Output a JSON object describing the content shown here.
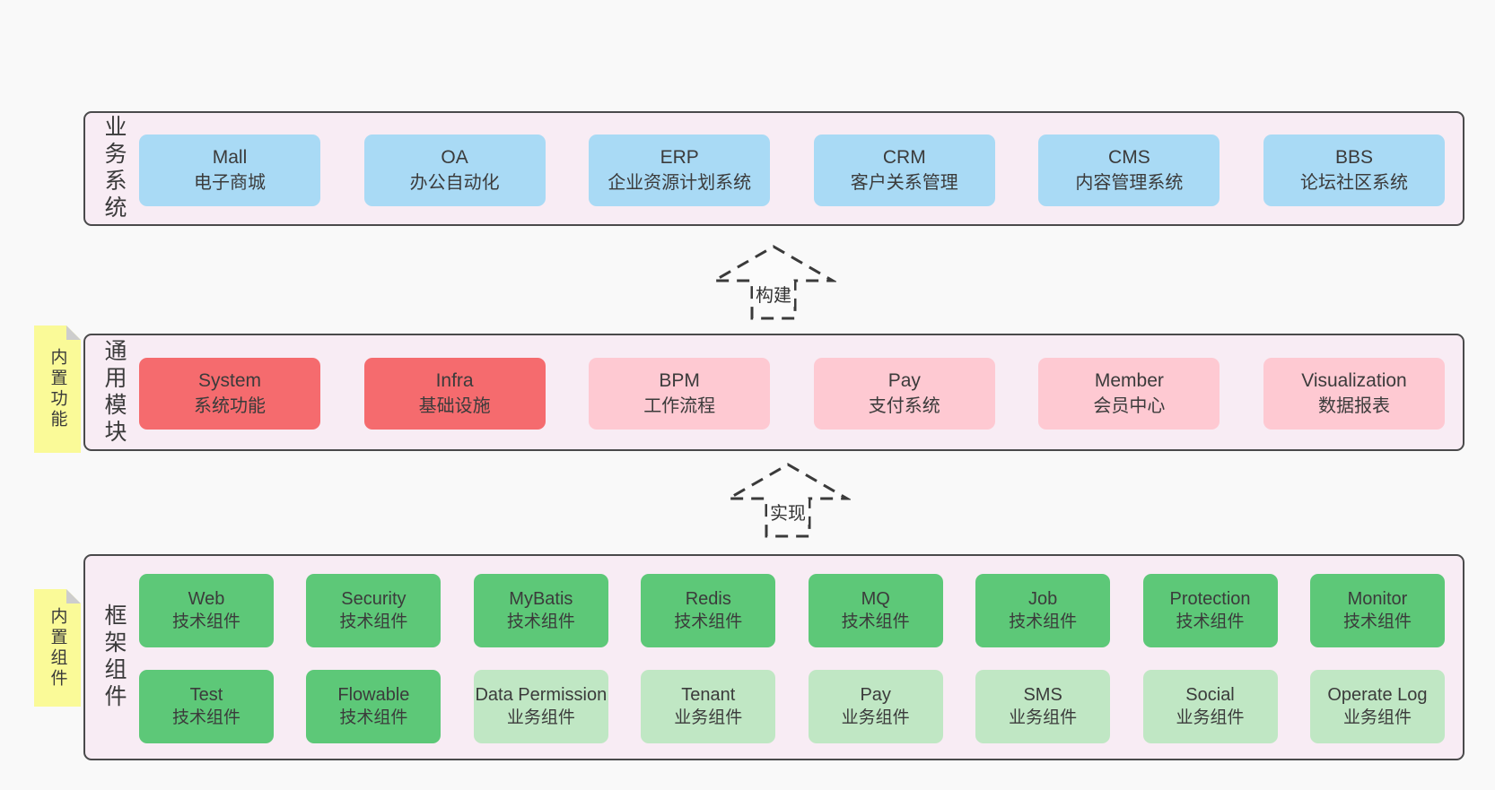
{
  "colors": {
    "page_bg": "#f9f9f9",
    "band_bg": "#f8ecf4",
    "band_border": "#4a4a4b",
    "blue": "#a9daf5",
    "red": "#f56b6e",
    "pink": "#fec9d2",
    "green": "#5dc878",
    "light_green": "#c0e7c4",
    "sticky_yellow": "#fafa98",
    "sticky_fold": "#cdcdcd",
    "text": "#3b3b3b"
  },
  "arrows": [
    {
      "label": "构建"
    },
    {
      "label": "实现"
    }
  ],
  "layers": {
    "business": {
      "label": "业务系统",
      "boxes": [
        {
          "name": "Mall",
          "desc": "电子商城"
        },
        {
          "name": "OA",
          "desc": "办公自动化"
        },
        {
          "name": "ERP",
          "desc": "企业资源计划系统"
        },
        {
          "name": "CRM",
          "desc": "客户关系管理"
        },
        {
          "name": "CMS",
          "desc": "内容管理系统"
        },
        {
          "name": "BBS",
          "desc": "论坛社区系统"
        }
      ]
    },
    "modules": {
      "label": "通用模块",
      "sticky": "内置功能",
      "boxes": [
        {
          "name": "System",
          "desc": "系统功能"
        },
        {
          "name": "Infra",
          "desc": "基础设施"
        },
        {
          "name": "BPM",
          "desc": "工作流程"
        },
        {
          "name": "Pay",
          "desc": "支付系统"
        },
        {
          "name": "Member",
          "desc": "会员中心"
        },
        {
          "name": "Visualization",
          "desc": "数据报表"
        }
      ]
    },
    "components": {
      "label": "框架组件",
      "sticky": "内置组件",
      "row1": [
        {
          "name": "Web",
          "desc": "技术组件"
        },
        {
          "name": "Security",
          "desc": "技术组件"
        },
        {
          "name": "MyBatis",
          "desc": "技术组件"
        },
        {
          "name": "Redis",
          "desc": "技术组件"
        },
        {
          "name": "MQ",
          "desc": "技术组件"
        },
        {
          "name": "Job",
          "desc": "技术组件"
        },
        {
          "name": "Protection",
          "desc": "技术组件"
        },
        {
          "name": "Monitor",
          "desc": "技术组件"
        }
      ],
      "row2": [
        {
          "name": "Test",
          "desc": "技术组件"
        },
        {
          "name": "Flowable",
          "desc": "技术组件"
        },
        {
          "name": "Data Permission",
          "desc": "业务组件"
        },
        {
          "name": "Tenant",
          "desc": "业务组件"
        },
        {
          "name": "Pay",
          "desc": "业务组件"
        },
        {
          "name": "SMS",
          "desc": "业务组件"
        },
        {
          "name": "Social",
          "desc": "业务组件"
        },
        {
          "name": "Operate Log",
          "desc": "业务组件"
        }
      ]
    }
  }
}
